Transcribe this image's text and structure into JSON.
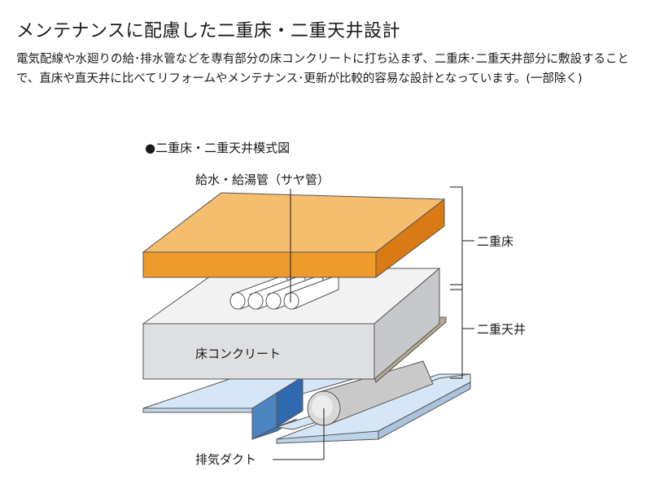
{
  "header": {
    "title": "メンテナンスに配慮した二重床・二重天井設計",
    "description": "電気配線や水廻りの給･排水管などを専有部分の床コンクリートに打ち込まず、二重床･二重天井部分に敷設することで、直床や直天井に比べてリフォームやメンテナンス･更新が比較的容易な設計となっています。(一部除く)"
  },
  "diagram": {
    "caption": "●二重床・二重天井模式図",
    "labels": {
      "supply_pipe": "給水・給湯管（サヤ管）",
      "double_floor": "二重床",
      "double_ceiling": "二重天井",
      "concrete_slab": "床コンクリート",
      "exhaust_duct": "排気ダクト"
    },
    "colors": {
      "floor_top": "#f5bd6e",
      "floor_front": "#ee9a2c",
      "floor_side": "#d97a14",
      "slab_top": "#f2f2f2",
      "slab_front": "#dedfe1",
      "slab_side": "#c6c8cb",
      "ceiling_board": "#d5e7f6",
      "ceiling_channel": "#3f78b8",
      "duct": "#c0c0c0"
    }
  }
}
